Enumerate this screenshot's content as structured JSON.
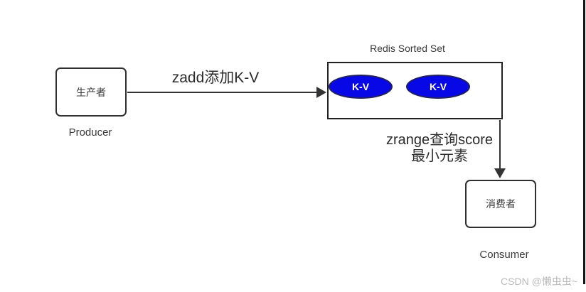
{
  "diagram": {
    "producer": {
      "box_label": "生产者",
      "caption": "Producer"
    },
    "redis": {
      "title": "Redis Sorted Set",
      "items": [
        "K-V",
        "K-V"
      ]
    },
    "consumer": {
      "box_label": "消费者",
      "caption": "Consumer"
    },
    "arrows": {
      "add": {
        "label": "zadd添加K-V"
      },
      "query": {
        "label_line1": "zrange查询score",
        "label_line2": "最小元素"
      }
    },
    "watermark": "CSDN @懒虫虫~",
    "colors": {
      "kv_fill": "#0808e6",
      "kv_border": "#23235c",
      "kv_text": "#ffffff",
      "line": "#333333",
      "box_border": "#2f2f2f",
      "text": "#3a3a3a",
      "watermark": "#b9b9b9",
      "background": "#ffffff"
    }
  }
}
